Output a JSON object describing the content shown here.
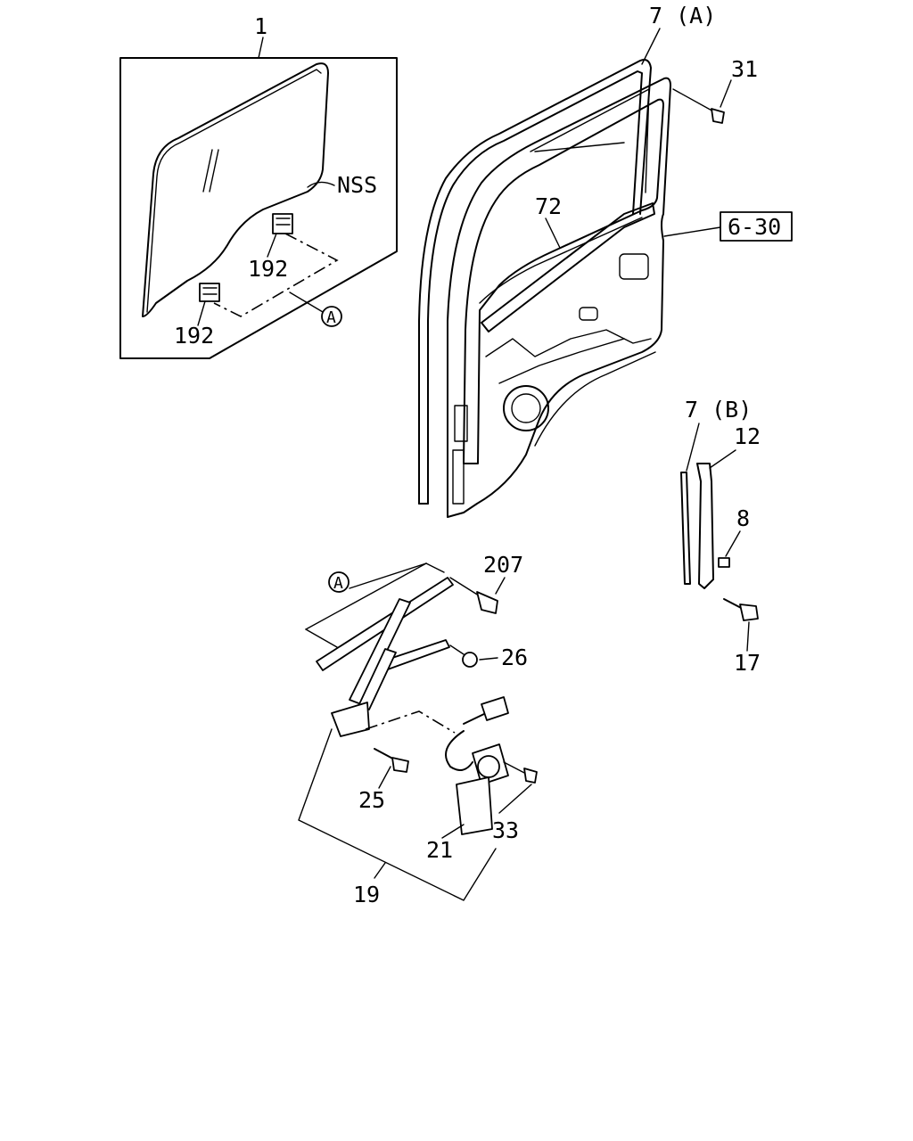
{
  "labels": {
    "glass": "1",
    "nss": "NSS",
    "clip_upper": "192",
    "clip_lower": "192",
    "ref_a_glass": "A",
    "weatherstrip_a": "7 (A)",
    "screw_31": "31",
    "trim_72": "72",
    "ref_6_30": "6-30",
    "weatherstrip_b": "7 (B)",
    "channel_12": "12",
    "screw_8": "8",
    "bolt_17": "17",
    "ref_a_regulator": "A",
    "bolt_207": "207",
    "nut_26": "26",
    "screw_25": "25",
    "motor_21": "21",
    "screw_33": "33",
    "assembly_19": "19"
  }
}
